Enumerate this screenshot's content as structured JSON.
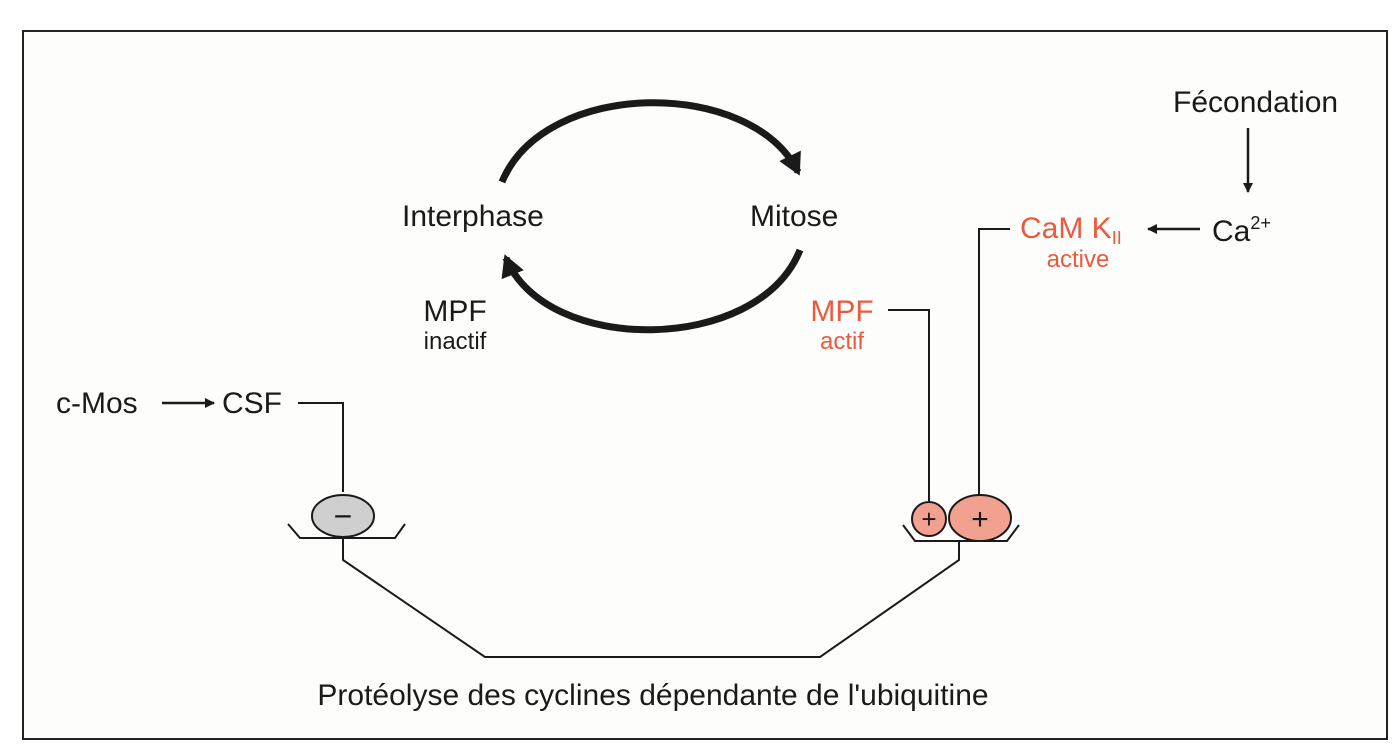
{
  "diagram": {
    "cycle": {
      "left_phase": "Interphase",
      "right_phase": "Mitose"
    },
    "mpf_inactive": {
      "name": "MPF",
      "state": "inactif"
    },
    "mpf_active": {
      "name": "MPF",
      "state": "actif"
    },
    "fertilization": "Fécondation",
    "calcium": {
      "base": "Ca",
      "sup": "2+"
    },
    "camk": {
      "name": "CaM K",
      "sub": "II",
      "state": "active"
    },
    "cmos": "c-Mos",
    "csf": "CSF",
    "minus_sign": "−",
    "plus_sign_small": "+",
    "plus_sign_large": "+",
    "process": "Protéolyse des cyclines dépendante de l'ubiquitine",
    "colors": {
      "active": "#ea5a3f",
      "activator_fill": "#f2a08f",
      "inhibitor_fill": "#cfcfcf",
      "line": "#1a1a1a"
    }
  }
}
